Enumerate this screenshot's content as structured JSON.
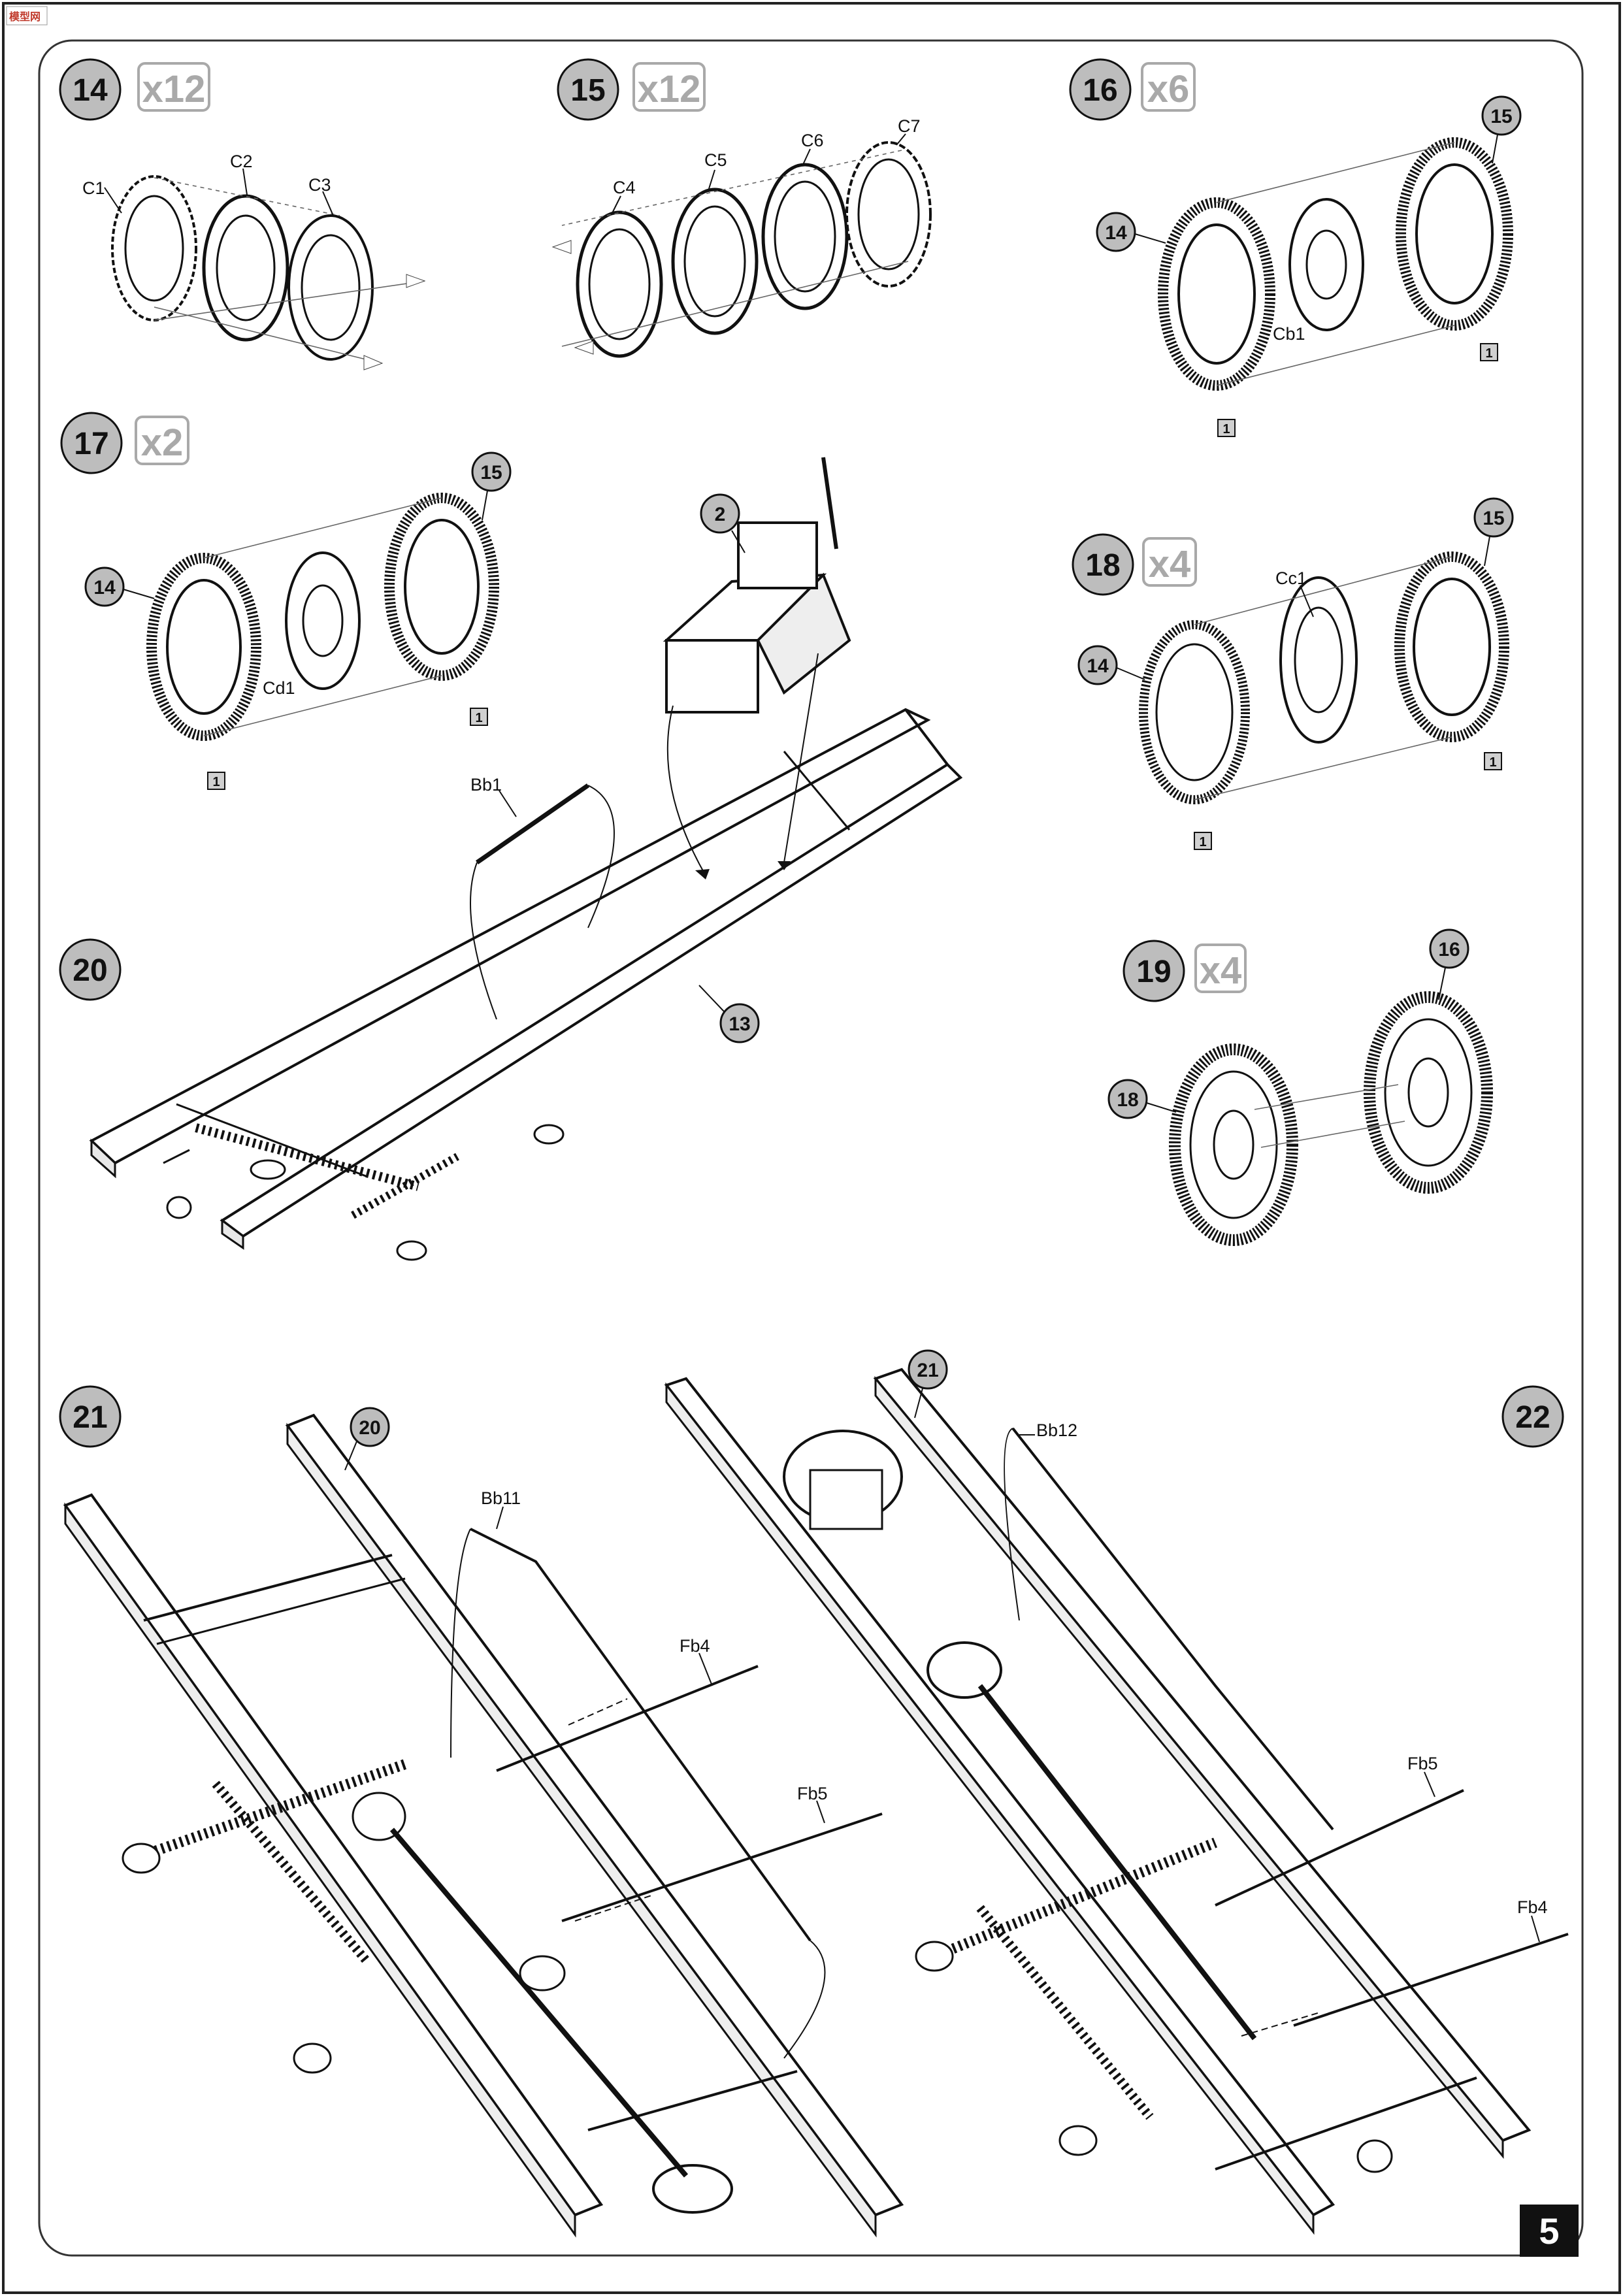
{
  "page": {
    "number": "5",
    "logo_text": "模型网"
  },
  "steps": [
    {
      "id": "s14",
      "number": "14",
      "qty": "x12"
    },
    {
      "id": "s15",
      "number": "15",
      "qty": "x12"
    },
    {
      "id": "s16",
      "number": "16",
      "qty": "x6"
    },
    {
      "id": "s17",
      "number": "17",
      "qty": "x2"
    },
    {
      "id": "s18",
      "number": "18",
      "qty": "x4"
    },
    {
      "id": "s19",
      "number": "19",
      "qty": "x4"
    },
    {
      "id": "s20",
      "number": "20",
      "qty": ""
    },
    {
      "id": "s21",
      "number": "21",
      "qty": ""
    },
    {
      "id": "s22",
      "number": "22",
      "qty": ""
    }
  ],
  "parts": {
    "c1": "C1",
    "c2": "C2",
    "c3": "C3",
    "c4": "C4",
    "c5": "C5",
    "c6": "C6",
    "c7": "C7",
    "cb1": "Cb1",
    "cd1": "Cd1",
    "cc1": "Cc1",
    "bb1": "Bb1",
    "bb11": "Bb11",
    "bb12": "Bb12",
    "fb4": "Fb4",
    "fb5": "Fb5"
  },
  "callouts": {
    "c14a": "14",
    "c15a": "15",
    "c14b": "14",
    "c15b": "15",
    "c2": "2",
    "c13": "13",
    "c14c": "14",
    "c15c": "15",
    "c16": "16",
    "c18": "18",
    "c20": "20",
    "c21": "21"
  },
  "refs": {
    "r1": "1"
  }
}
